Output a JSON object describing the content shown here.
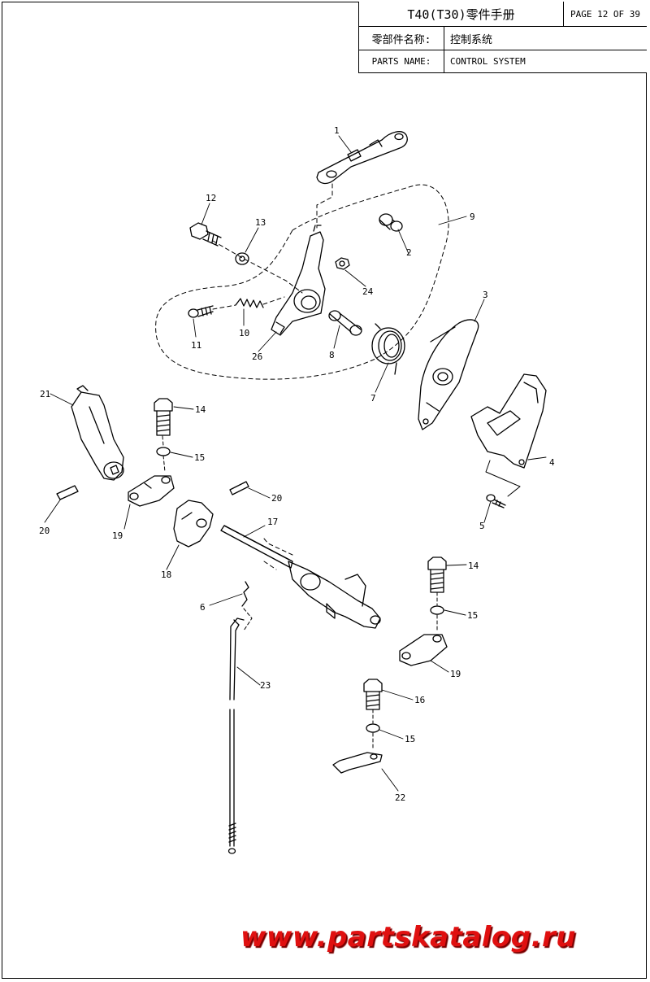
{
  "header": {
    "title": "T40(T30)零件手册",
    "page": "PAGE 12 OF 39",
    "name_label_cn": "零部件名称:",
    "name_value_cn": "控制系统",
    "name_label_en": "PARTS NAME:",
    "name_value_en": "CONTROL SYSTEM"
  },
  "callouts": {
    "c1": "1",
    "c2": "2",
    "c3": "3",
    "c4": "4",
    "c5": "5",
    "c6": "6",
    "c7": "7",
    "c8": "8",
    "c9": "9",
    "c10": "10",
    "c11": "11",
    "c12": "12",
    "c13": "13",
    "c14a": "14",
    "c14b": "14",
    "c15a": "15",
    "c15b": "15",
    "c15c": "15",
    "c16": "16",
    "c17": "17",
    "c18": "18",
    "c19a": "19",
    "c19b": "19",
    "c20a": "20",
    "c20b": "20",
    "c21": "21",
    "c22": "22",
    "c23": "23",
    "c24": "24",
    "c26": "26"
  },
  "watermark": "www.partskatalog.ru"
}
